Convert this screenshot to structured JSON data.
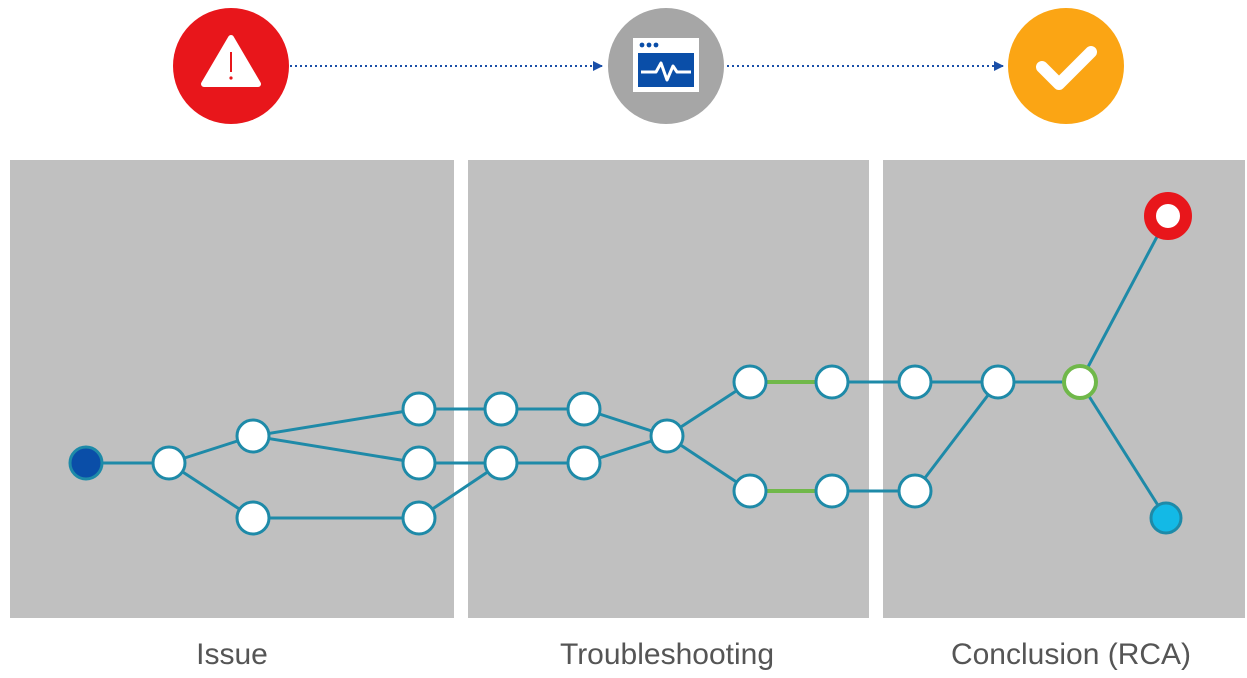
{
  "colors": {
    "panel": "#c0c0c0",
    "edge": "#1e8aa8",
    "highlight_edge": "#70b84a",
    "node_fill": "#ffffff",
    "start_node": "#0a4ea8",
    "end_node_blue": "#13b9e6",
    "root_cause_node": "#e8161b",
    "issue_circle": "#e8161b",
    "troubleshoot_circle": "#a6a6a6",
    "conclusion_circle": "#fba514",
    "arrow": "#1a4fa8"
  },
  "top_flow": {
    "steps": [
      {
        "name": "issue",
        "icon": "warning-icon"
      },
      {
        "name": "troubleshooting",
        "icon": "monitor-waveform-icon"
      },
      {
        "name": "conclusion",
        "icon": "checkmark-icon"
      }
    ]
  },
  "labels": {
    "issue": "Issue",
    "troubleshooting": "Troubleshooting",
    "conclusion": "Conclusion (RCA)"
  }
}
